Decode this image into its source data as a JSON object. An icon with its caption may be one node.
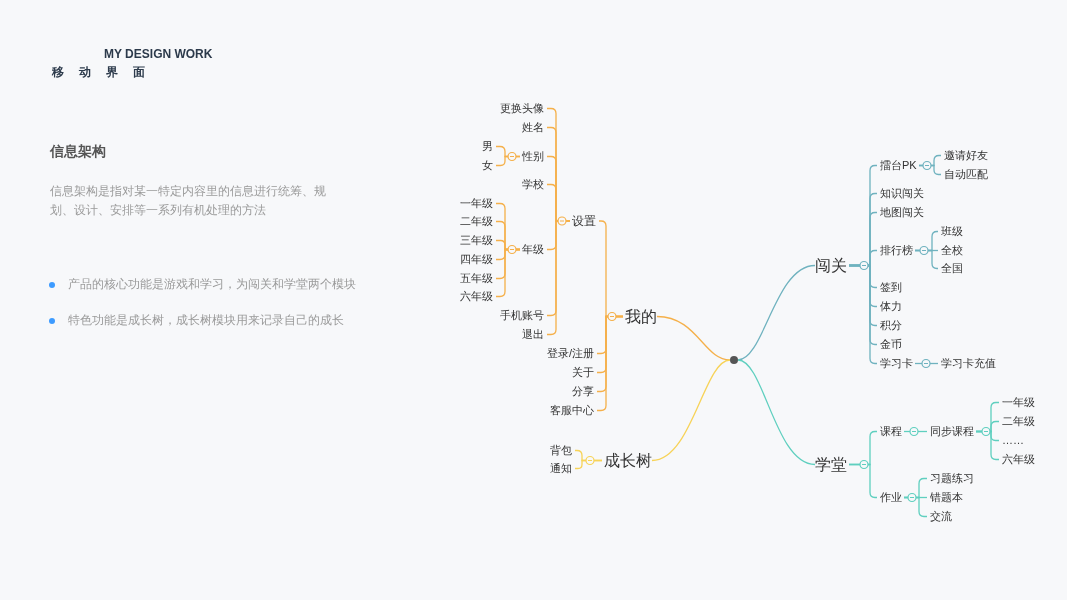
{
  "diagram": {
    "title": "信息架构",
    "nodes": [
      {
        "text": [],
        "shape": "circle"
      },
      {
        "text": [
          "我的"
        ]
      },
      {
        "text": [
          "设置"
        ]
      },
      {
        "text": [
          "更换头像"
        ]
      },
      {
        "text": [
          "姓名"
        ]
      },
      {
        "text": [
          "性别"
        ]
      },
      {
        "text": [
          "男"
        ]
      },
      {
        "text": [
          "女"
        ]
      },
      {
        "text": [
          "学校"
        ]
      },
      {
        "text": [
          "年级"
        ]
      },
      {
        "text": [
          "一年级"
        ]
      },
      {
        "text": [
          "二年级"
        ]
      },
      {
        "text": [
          "三年级"
        ]
      },
      {
        "text": [
          "四年级"
        ]
      },
      {
        "text": [
          "五年级"
        ]
      },
      {
        "text": [
          "六年级"
        ]
      },
      {
        "text": [
          "手机账号"
        ]
      },
      {
        "text": [
          "退出"
        ]
      },
      {
        "text": [
          "登录/注册"
        ]
      },
      {
        "text": [
          "关于"
        ]
      },
      {
        "text": [
          "分享"
        ]
      },
      {
        "text": [
          "客服中心"
        ]
      },
      {
        "text": [
          "成长树"
        ]
      },
      {
        "text": [
          "背包"
        ]
      },
      {
        "text": [
          "通知"
        ]
      },
      {
        "text": [
          "闯关"
        ]
      },
      {
        "text": [
          "擂台PK"
        ]
      },
      {
        "text": [
          "邀请好友"
        ]
      },
      {
        "text": [
          "自动匹配"
        ]
      },
      {
        "text": [
          "知识闯关"
        ]
      },
      {
        "text": [
          "地图闯关"
        ]
      },
      {
        "text": [
          "排行榜"
        ]
      },
      {
        "text": [
          "班级"
        ]
      },
      {
        "text": [
          "全校"
        ]
      },
      {
        "text": [
          "全国"
        ]
      },
      {
        "text": [
          "签到"
        ]
      },
      {
        "text": [
          "体力"
        ]
      },
      {
        "text": [
          "积分"
        ]
      },
      {
        "text": [
          "金币"
        ]
      },
      {
        "text": [
          "学习卡"
        ]
      },
      {
        "text": [
          "学习卡充值"
        ]
      },
      {
        "text": [
          "学堂"
        ]
      },
      {
        "text": [
          "课程"
        ]
      },
      {
        "text": [
          "同步课程"
        ]
      },
      {
        "text": [
          "一年级"
        ]
      },
      {
        "text": [
          "二年级"
        ]
      },
      {
        "text": [
          "……"
        ]
      },
      {
        "text": [
          "六年级"
        ]
      },
      {
        "text": [
          "作业"
        ]
      },
      {
        "text": [
          "习题练习"
        ]
      },
      {
        "text": [
          "错题本"
        ]
      },
      {
        "text": [
          "交流"
        ]
      }
    ],
    "edges": [
      {
        "from": 0,
        "to": 1,
        "arrow": "none"
      },
      {
        "from": 0,
        "to": 22,
        "arrow": "none",
        "color": "#f7d358"
      },
      {
        "from": 0,
        "to": 25,
        "arrow": "none",
        "color": "#6fb2bf"
      },
      {
        "from": 0,
        "to": 41,
        "arrow": "none",
        "color": "#5fcfbf"
      },
      {
        "from": 1,
        "to": 2,
        "arrow": "none"
      },
      {
        "from": 1,
        "to": 18,
        "arrow": "none"
      },
      {
        "from": 1,
        "to": 19,
        "arrow": "none"
      },
      {
        "from": 1,
        "to": 20,
        "arrow": "none"
      },
      {
        "from": 1,
        "to": 21,
        "arrow": "none"
      },
      {
        "from": 2,
        "to": 3,
        "arrow": "none"
      },
      {
        "from": 2,
        "to": 4,
        "arrow": "none"
      },
      {
        "from": 2,
        "to": 5,
        "arrow": "none"
      },
      {
        "from": 2,
        "to": 8,
        "arrow": "none"
      },
      {
        "from": 2,
        "to": 9,
        "arrow": "none"
      },
      {
        "from": 2,
        "to": 16,
        "arrow": "none"
      },
      {
        "from": 2,
        "to": 17,
        "arrow": "none"
      },
      {
        "from": 5,
        "to": 6,
        "arrow": "none"
      },
      {
        "from": 5,
        "to": 7,
        "arrow": "none"
      },
      {
        "from": 9,
        "to": 10,
        "arrow": "none"
      },
      {
        "from": 9,
        "to": 11,
        "arrow": "none"
      },
      {
        "from": 9,
        "to": 12,
        "arrow": "none"
      },
      {
        "from": 9,
        "to": 13,
        "arrow": "none"
      },
      {
        "from": 9,
        "to": 14,
        "arrow": "none"
      },
      {
        "from": 9,
        "to": 15,
        "arrow": "none"
      },
      {
        "from": 22,
        "to": 23,
        "arrow": "none",
        "color": "#f7d358"
      },
      {
        "from": 22,
        "to": 24,
        "arrow": "none",
        "color": "#f7d358"
      },
      {
        "from": 25,
        "to": 26,
        "arrow": "none",
        "color": "#6fb2bf"
      },
      {
        "from": 25,
        "to": 29,
        "arrow": "none",
        "color": "#6fb2bf"
      },
      {
        "from": 25,
        "to": 30,
        "arrow": "none",
        "color": "#6fb2bf"
      },
      {
        "from": 25,
        "to": 31,
        "arrow": "none",
        "color": "#6fb2bf"
      },
      {
        "from": 25,
        "to": 35,
        "arrow": "none",
        "color": "#6fb2bf"
      },
      {
        "from": 25,
        "to": 36,
        "arrow": "none",
        "color": "#6fb2bf"
      },
      {
        "from": 25,
        "to": 37,
        "arrow": "none",
        "color": "#6fb2bf"
      },
      {
        "from": 25,
        "to": 38,
        "arrow": "none",
        "color": "#6fb2bf"
      },
      {
        "from": 25,
        "to": 39,
        "arrow": "none",
        "color": "#6fb2bf"
      },
      {
        "from": 26,
        "to": 27,
        "arrow": "none",
        "color": "#6fb2bf"
      },
      {
        "from": 26,
        "to": 28,
        "arrow": "none",
        "color": "#6fb2bf"
      },
      {
        "from": 31,
        "to": 32,
        "arrow": "none",
        "color": "#6fb2bf"
      },
      {
        "from": 31,
        "to": 33,
        "arrow": "none",
        "color": "#6fb2bf"
      },
      {
        "from": 31,
        "to": 34,
        "arrow": "none",
        "color": "#6fb2bf"
      },
      {
        "from": 39,
        "to": 40,
        "arrow": "none",
        "color": "#6fb2bf"
      },
      {
        "from": 41,
        "to": 42,
        "arrow": "none",
        "color": "#5fcfbf"
      },
      {
        "from": 41,
        "to": 48,
        "arrow": "none",
        "color": "#5fcfbf"
      },
      {
        "from": 42,
        "to": 43,
        "arrow": "none",
        "color": "#5fcfbf"
      },
      {
        "from": 43,
        "to": 44,
        "arrow": "none",
        "color": "#5fcfbf"
      },
      {
        "from": 43,
        "to": 45,
        "arrow": "none",
        "color": "#5fcfbf"
      },
      {
        "from": 43,
        "to": 46,
        "arrow": "none",
        "color": "#5fcfbf"
      },
      {
        "from": 43,
        "to": 47,
        "arrow": "none",
        "color": "#5fcfbf"
      },
      {
        "from": 48,
        "to": 49,
        "arrow": "none",
        "color": "#5fcfbf"
      },
      {
        "from": 48,
        "to": 50,
        "arrow": "none",
        "color": "#5fcfbf"
      },
      {
        "from": 48,
        "to": 51,
        "arrow": "none",
        "color": "#5fcfbf"
      }
    ],
    "labels": [
      "MY DESIGN WORK",
      "移动界面",
      "信息架构是指对某一特定内容里的信息进行统筹、规划、设计、安排等一系列有机处理的方法",
      "产品的核心功能是游戏和学习，为闯关和学堂两个模块",
      "特色功能是成长树，成长树模块用来记录自己的成长"
    ]
  }
}
